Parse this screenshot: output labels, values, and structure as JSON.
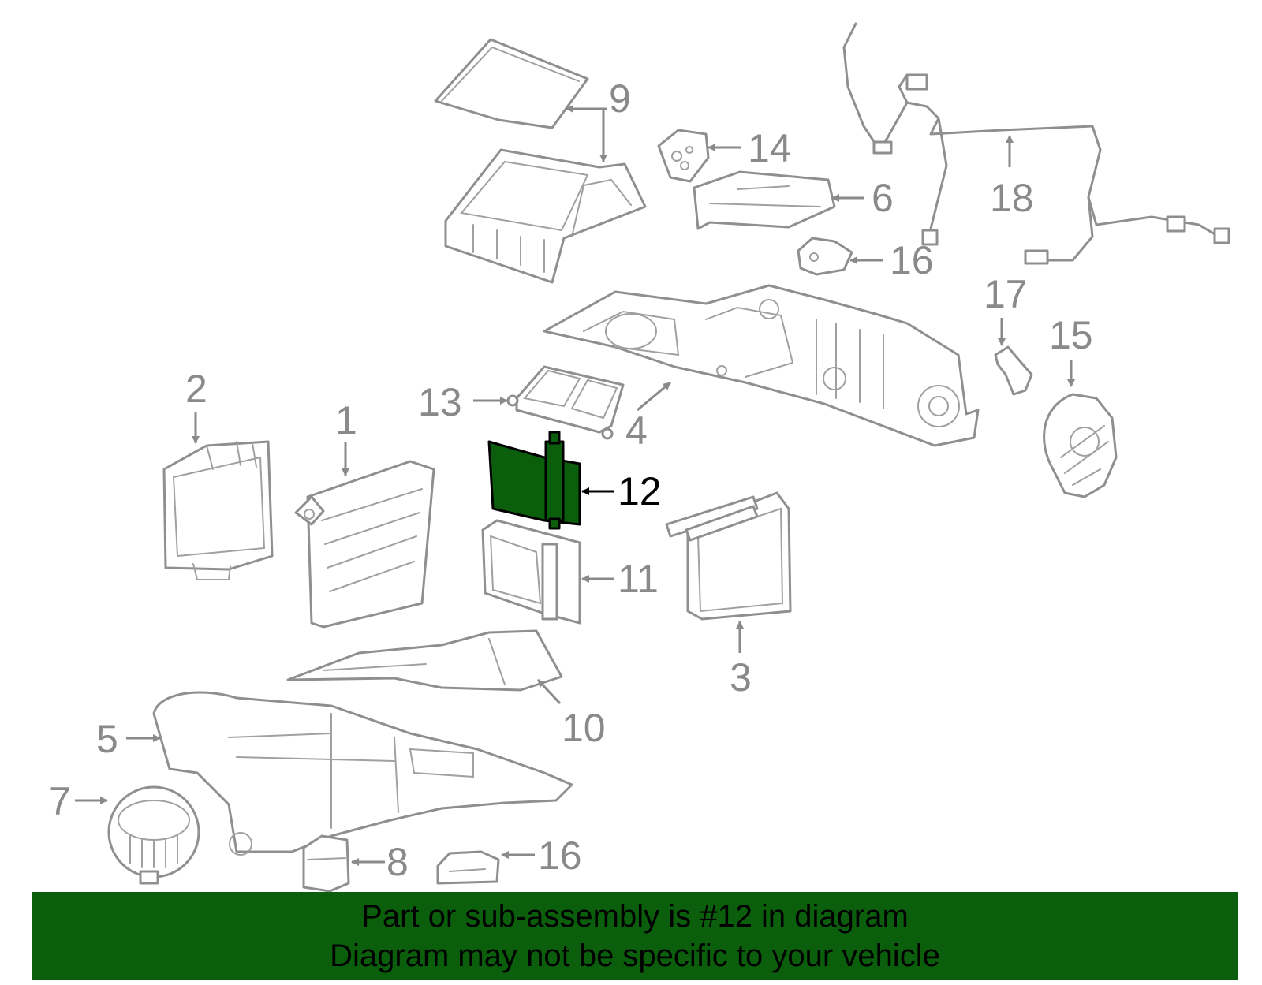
{
  "colors": {
    "highlight": "#0b5e0b",
    "line": "#8f8f8f",
    "banner": "#0b5e0b"
  },
  "callouts": {
    "c1": "1",
    "c2": "2",
    "c3": "3",
    "c4": "4",
    "c5": "5",
    "c6": "6",
    "c7": "7",
    "c8": "8",
    "c9": "9",
    "c10": "10",
    "c11": "11",
    "c12": "12",
    "c13": "13",
    "c14": "14",
    "c15": "15",
    "c16a": "16",
    "c16b": "16",
    "c17": "17",
    "c18": "18"
  },
  "banner": {
    "line1": "Part or sub-assembly is #12 in diagram",
    "line2": "Diagram may not be specific to your vehicle"
  }
}
